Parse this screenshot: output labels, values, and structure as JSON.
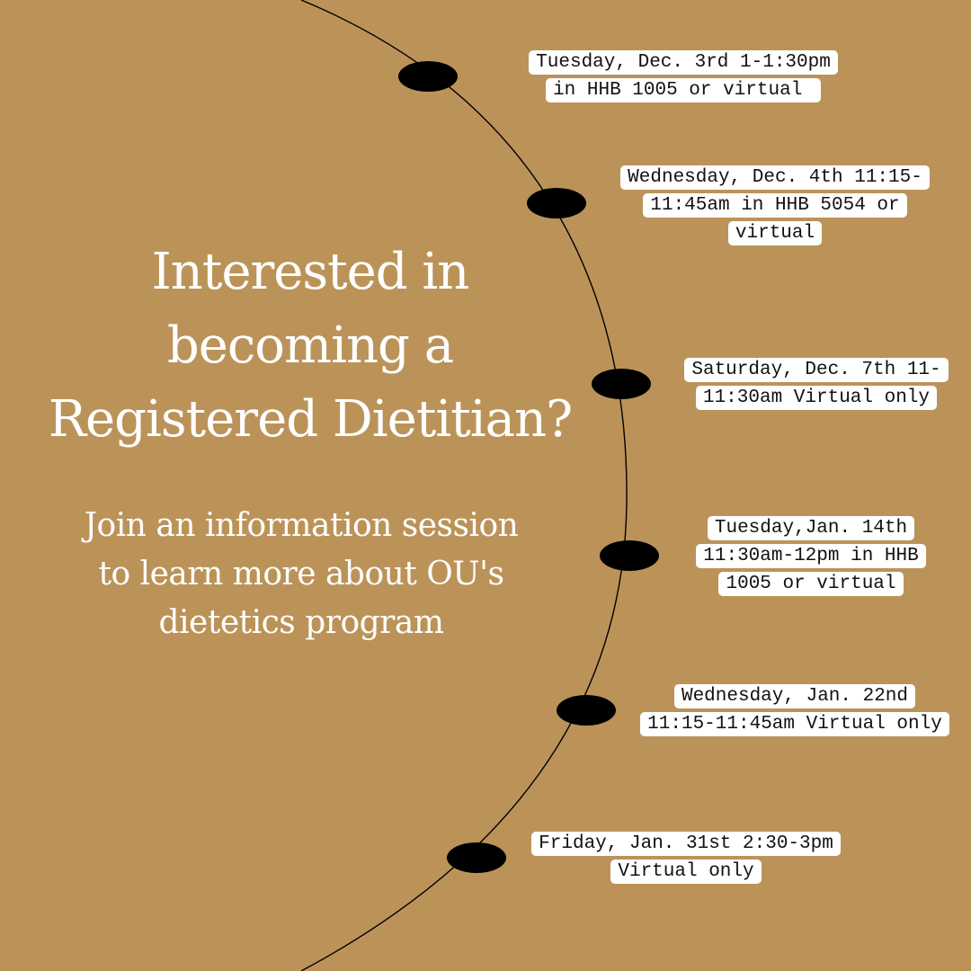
{
  "colors": {
    "background": "#BB9359",
    "text": "#FFFFFF",
    "label_background": "#FFFFFF",
    "label_text": "#111111",
    "dot": "#000000",
    "arc": "#000000"
  },
  "heading": {
    "lines": [
      "Interested in",
      "becoming a",
      "Registered Dietitian?"
    ]
  },
  "subheading": {
    "lines": [
      "Join an information session",
      "to learn more about OU's",
      "dietetics program"
    ]
  },
  "sessions": [
    {
      "lines": [
        "Tuesday, Dec. 3rd 1-1:30pm",
        "in HHB 1005 or virtual "
      ]
    },
    {
      "lines": [
        "Wednesday, Dec. 4th 11:15-",
        "11:45am in HHB 5054 or",
        "virtual"
      ]
    },
    {
      "lines": [
        "Saturday, Dec. 7th 11-",
        "11:30am Virtual only"
      ]
    },
    {
      "lines": [
        "Tuesday,Jan. 14th",
        "11:30am-12pm in HHB",
        "1005 or virtual"
      ]
    },
    {
      "lines": [
        "Wednesday, Jan. 22nd",
        "11:15-11:45am Virtual only"
      ]
    },
    {
      "lines": [
        "Friday, Jan. 31st 2:30-3pm",
        "Virtual only"
      ]
    }
  ]
}
